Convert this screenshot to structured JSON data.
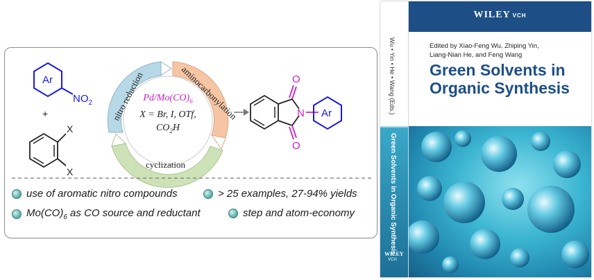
{
  "scheme": {
    "reactant1": {
      "ring_label": "Ar",
      "substituent": "NO",
      "subscript": "2"
    },
    "plus": "+",
    "reactant2": {
      "x_top": "X",
      "x_bottom": "X"
    },
    "catalyst": {
      "main": "Pd/Mo(CO)",
      "main_sub": "6"
    },
    "conditions": {
      "line1": "X = Br, I, OTf,",
      "line2": "CO",
      "line2_sub": "2",
      "line2_tail": "H"
    },
    "steps": {
      "nitro": "nitro reduction",
      "amino": "aminocarbonylation",
      "cyc": "cyclization"
    },
    "product": {
      "o_top": "O",
      "n": "N",
      "o_bottom": "O",
      "ring_label": "Ar"
    }
  },
  "features": [
    {
      "text": "use of aromatic nitro compounds"
    },
    {
      "text": "> 25 examples, 27-94% yields"
    },
    {
      "text_main": "Mo(CO)",
      "text_sub": "6",
      "text_tail": " as CO source and reductant"
    },
    {
      "text": "step and atom-economy"
    }
  ],
  "book": {
    "publisher": "WILEY",
    "publisher_sub": "VCH",
    "editors_line1": "Edited by Xiao-Feng Wu, Zhiping Yin,",
    "editors_line2": "Liang-Nian He, and Feng Wang",
    "title_line1": "Green Solvents in",
    "title_line2": "Organic Synthesis",
    "spine_authors": "Wu • Yin • He • Wang (Eds.)",
    "spine_title": "Green Solvents in Organic Synthesis",
    "spine_publisher": "WILEY",
    "spine_publisher_sub": "VCH"
  },
  "colors": {
    "nitro_arc": "#b7d8e6",
    "amino_arc": "#f6c6a4",
    "cyc_arc": "#cde3b7",
    "magenta": "#c81fc8",
    "blue": "#1a1adf",
    "book_blue": "#1d4f86"
  }
}
